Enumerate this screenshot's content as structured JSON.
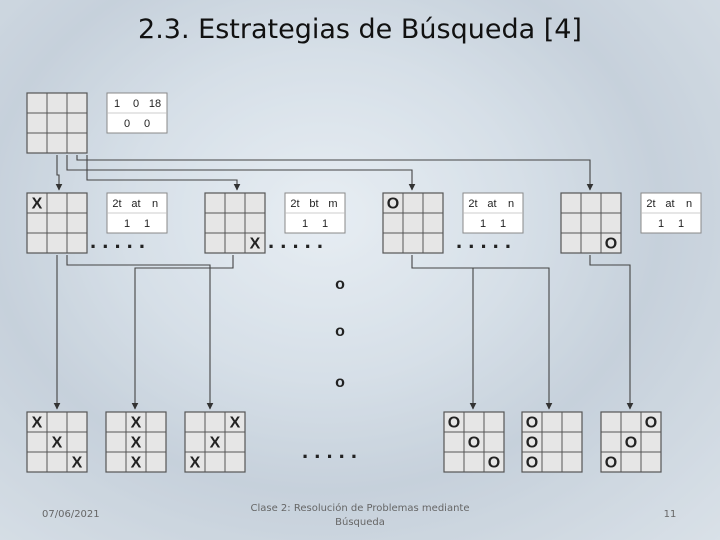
{
  "slide": {
    "title": "2.3. Estrategias de Búsqueda [4]",
    "footer_date": "07/06/2021",
    "footer_center": "Clase 2: Resolución de Problemas mediante Búsqueda",
    "page_number": "11"
  },
  "diagram": {
    "ellipsis": ". . . . .",
    "vertical_dot": "o",
    "root_node": {
      "board": [
        "",
        "",
        "",
        "",
        "",
        "",
        "",
        "",
        ""
      ],
      "info_top": [
        "1",
        "0",
        "18"
      ],
      "info_bottom": [
        "0",
        "0"
      ]
    },
    "level1_nodes": [
      {
        "board": [
          "X",
          "",
          "",
          "",
          "",
          "",
          "",
          "",
          ""
        ],
        "info_top": [
          "2t",
          "at",
          "n"
        ],
        "info_bottom": [
          "1",
          "1"
        ]
      },
      {
        "board": [
          "",
          "",
          "",
          "",
          "",
          "",
          "",
          "",
          "X"
        ],
        "info_top": [
          "2t",
          "bt",
          "m"
        ],
        "info_bottom": [
          "1",
          "1"
        ]
      },
      {
        "board": [
          "O",
          "",
          "",
          "",
          "",
          "",
          "",
          "",
          ""
        ],
        "info_top": [
          "2t",
          "at",
          "n"
        ],
        "info_bottom": [
          "1",
          "1"
        ]
      },
      {
        "board": [
          "",
          "",
          "",
          "",
          "",
          "",
          "",
          "",
          "O"
        ],
        "info_top": [
          "2t",
          "at",
          "n"
        ],
        "info_bottom": [
          "1",
          "1"
        ]
      }
    ],
    "leaf_nodes": [
      {
        "board": [
          "X",
          "",
          "",
          "",
          "X",
          "",
          "",
          "",
          "X"
        ]
      },
      {
        "board": [
          "",
          "X",
          "",
          "",
          "X",
          "",
          "",
          "X",
          ""
        ]
      },
      {
        "board": [
          "",
          "",
          "X",
          "",
          "X",
          "",
          "X",
          "",
          ""
        ]
      },
      {
        "board": [
          "O",
          "",
          "",
          "",
          "O",
          "",
          "",
          "",
          "O"
        ]
      },
      {
        "board": [
          "O",
          "",
          "",
          "O",
          "",
          "",
          "O",
          "",
          ""
        ]
      },
      {
        "board": [
          "",
          "",
          "O",
          "",
          "O",
          "",
          "O",
          "",
          ""
        ]
      }
    ]
  }
}
